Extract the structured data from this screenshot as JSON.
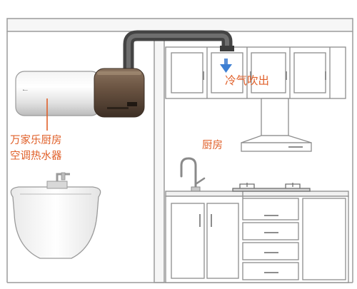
{
  "labels": {
    "heater_line1": "万家乐厨房",
    "heater_line2": "空调热水器",
    "airflow": "冷气吹出",
    "kitchen": "厨房"
  },
  "colors": {
    "line": "#7a7a7a",
    "wall": "#c6c6c6",
    "label": "#e0602a",
    "duct": "#555555",
    "heater_body": "#e9e9e9",
    "heater_unit": "#5e4a3a",
    "airflow_arrow": "#3d7fd3"
  }
}
